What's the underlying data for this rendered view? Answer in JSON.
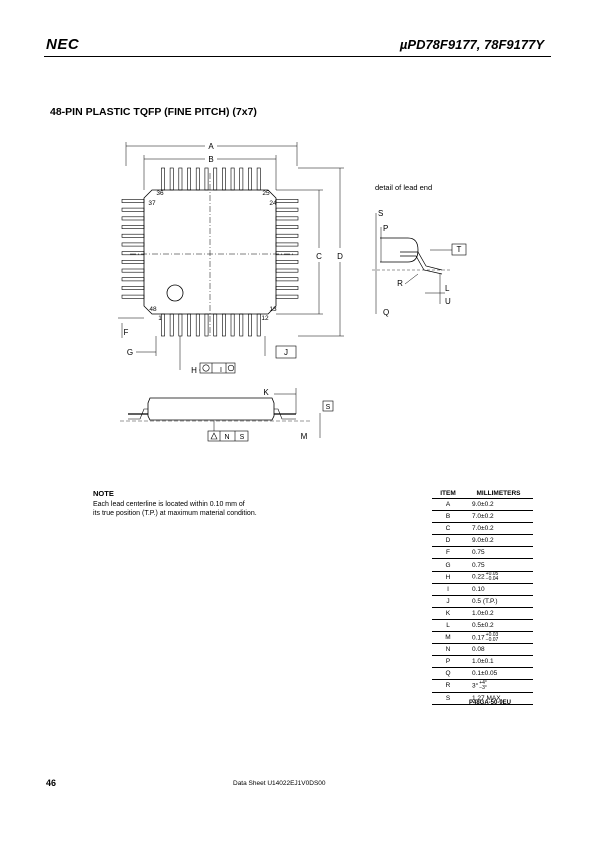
{
  "header": {
    "logo": "NEC",
    "doc_title": "µPD78F9177, 78F9177Y"
  },
  "package_title": "48-PIN PLASTIC TQFP (FINE PITCH) (7x7)",
  "drawing": {
    "detail_label": "detail of lead end",
    "dim_labels": {
      "A": "A",
      "B": "B",
      "C": "C",
      "D": "D",
      "F": "F",
      "G": "G",
      "H": "H",
      "I": "I",
      "J": "J",
      "K": "K",
      "L": "L",
      "M": "M",
      "N": "N",
      "P": "P",
      "Q": "Q",
      "R": "R",
      "S": "S",
      "T": "T",
      "U": "U"
    },
    "pin_labels": {
      "p1": "1",
      "p12": "12",
      "p13": "13",
      "p24": "24",
      "p25": "25",
      "p36": "36",
      "p37": "37",
      "p48": "48"
    }
  },
  "note": {
    "title": "NOTE",
    "text_line1": "Each lead centerline is located within 0.10 mm of",
    "text_line2": "its true position (T.P.) at maximum material condition."
  },
  "dimensions_table": {
    "header_item": "ITEM",
    "header_mm": "MILLIMETERS",
    "rows": [
      {
        "item": "A",
        "base": "9.0±0.2",
        "sup": "",
        "sub": ""
      },
      {
        "item": "B",
        "base": "7.0±0.2",
        "sup": "",
        "sub": ""
      },
      {
        "item": "C",
        "base": "7.0±0.2",
        "sup": "",
        "sub": ""
      },
      {
        "item": "D",
        "base": "9.0±0.2",
        "sup": "",
        "sub": ""
      },
      {
        "item": "F",
        "base": "0.75",
        "sup": "",
        "sub": ""
      },
      {
        "item": "G",
        "base": "0.75",
        "sup": "",
        "sub": ""
      },
      {
        "item": "H",
        "base": "0.22",
        "sup": "+0.05",
        "sub": "−0.04"
      },
      {
        "item": "I",
        "base": "0.10",
        "sup": "",
        "sub": ""
      },
      {
        "item": "J",
        "base": "0.5 (T.P.)",
        "sup": "",
        "sub": ""
      },
      {
        "item": "K",
        "base": "1.0±0.2",
        "sup": "",
        "sub": ""
      },
      {
        "item": "L",
        "base": "0.5±0.2",
        "sup": "",
        "sub": ""
      },
      {
        "item": "M",
        "base": "0.17",
        "sup": "+0.03",
        "sub": "−0.07"
      },
      {
        "item": "N",
        "base": "0.08",
        "sup": "",
        "sub": ""
      },
      {
        "item": "P",
        "base": "1.0±0.1",
        "sup": "",
        "sub": ""
      },
      {
        "item": "Q",
        "base": "0.1±0.05",
        "sup": "",
        "sub": ""
      },
      {
        "item": "R",
        "base": "3°",
        "sup": "+4°",
        "sub": "−3°"
      },
      {
        "item": "S",
        "base": "1.27 MAX.",
        "sup": "",
        "sub": ""
      }
    ],
    "package_code": "P48GA-50-9EU"
  },
  "footer": {
    "page_number": "46",
    "doc_number": "Data Sheet  U14022EJ1V0DS00"
  }
}
